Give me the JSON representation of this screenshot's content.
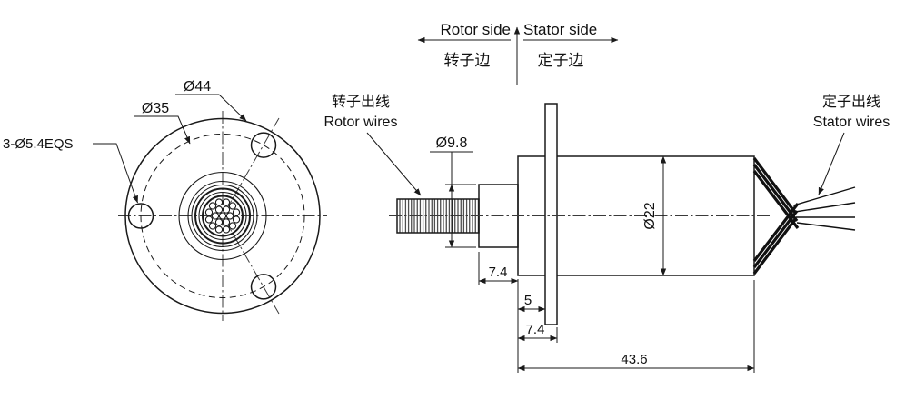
{
  "colors": {
    "background": "#ffffff",
    "line": "#1a1a1a"
  },
  "header": {
    "rotor_side_en": "Rotor side",
    "stator_side_en": "Stator side",
    "rotor_side_zh": "转子边",
    "stator_side_zh": "定子边"
  },
  "callouts": {
    "rotor_wires_zh": "转子出线",
    "rotor_wires_en": "Rotor wires",
    "stator_wires_zh": "定子出线",
    "stator_wires_en": "Stator wires"
  },
  "front_view": {
    "dim_flange_diameter": "Ø44",
    "dim_bolt_circle_diameter": "Ø35",
    "dim_mounting_holes": "3-Ø5.4EQS"
  },
  "side_view": {
    "dim_rotor_shaft_diameter": "Ø9.8",
    "dim_body_diameter": "Ø22",
    "dim_shaft_length": "7.4",
    "dim_flange_offset": "5",
    "dim_flange_back": "7.4",
    "dim_body_length": "43.6"
  }
}
